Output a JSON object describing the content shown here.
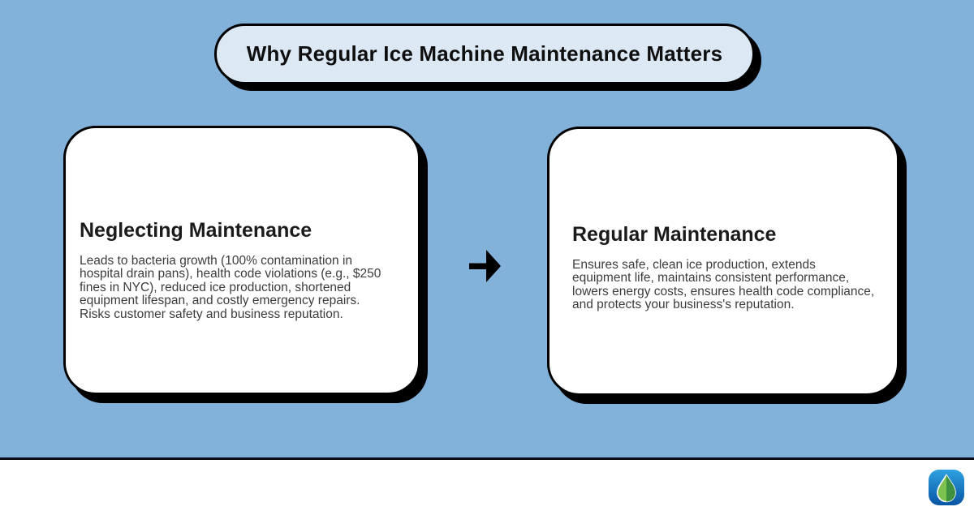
{
  "page": {
    "title": "Why Regular Ice Machine Maintenance Matters"
  },
  "cards": {
    "left": {
      "heading": "Neglecting Maintenance",
      "body": "Leads to bacteria growth (100% contamination in hospital drain pans), health code violations (e.g., $250 fines in NYC), reduced ice production, shortened equipment lifespan, and costly emergency repairs. Risks customer safety and business reputation."
    },
    "right": {
      "heading": "Regular Maintenance",
      "body": "Ensures safe, clean ice production, extends equipment life, maintains consistent performance, lowers energy costs, ensures health code compliance, and protects your business's reputation."
    }
  },
  "arrow": {
    "icon": "right-arrow-icon",
    "meaning": "leads-to"
  },
  "footer": {
    "logo_icon": "leaf-drop-logo-icon"
  },
  "colors": {
    "background": "#82b1da",
    "pill_background": "#dce9f5",
    "card_background": "#ffffff",
    "outline_and_shadow": "#000000",
    "heading_text": "#1b1b1b",
    "body_text": "#3c3c3c",
    "footer_rule": "#0c0c18",
    "logo_blue_top": "#2ea1e0",
    "logo_blue_bottom": "#0a55a5",
    "logo_leaf_light": "#7dc24e",
    "logo_leaf_dark": "#3f9140"
  }
}
